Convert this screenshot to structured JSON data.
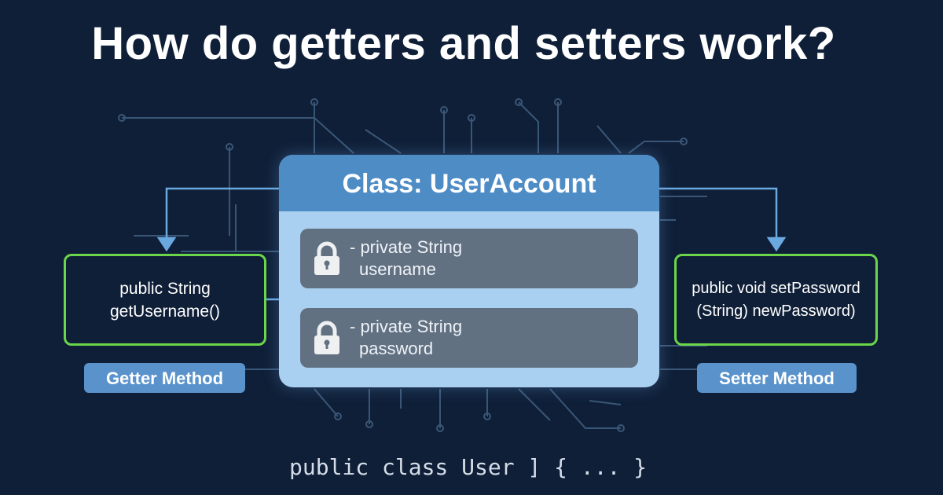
{
  "title": "How do getters and setters work?",
  "class_box": {
    "header": "Class: UserAccount",
    "fields": [
      {
        "icon": "lock-icon",
        "line1": "- private String",
        "line2": "username"
      },
      {
        "icon": "lock-icon",
        "line1": "- private String",
        "line2": "password"
      }
    ]
  },
  "getter": {
    "line1": "public String",
    "line2": "getUsername()",
    "label": "Getter Method"
  },
  "setter": {
    "line1": "public void setPassword",
    "line2": "(String) newPassword)",
    "label": "Setter Method"
  },
  "code": "public class User ] { ... }",
  "colors": {
    "background": "#0f1f38",
    "class_header": "#4e8cc6",
    "class_body": "#a9d0f0",
    "field": "#627182",
    "method_border": "#6bd64a",
    "badge": "#5a93cc",
    "arrow": "#6aa8e0"
  }
}
